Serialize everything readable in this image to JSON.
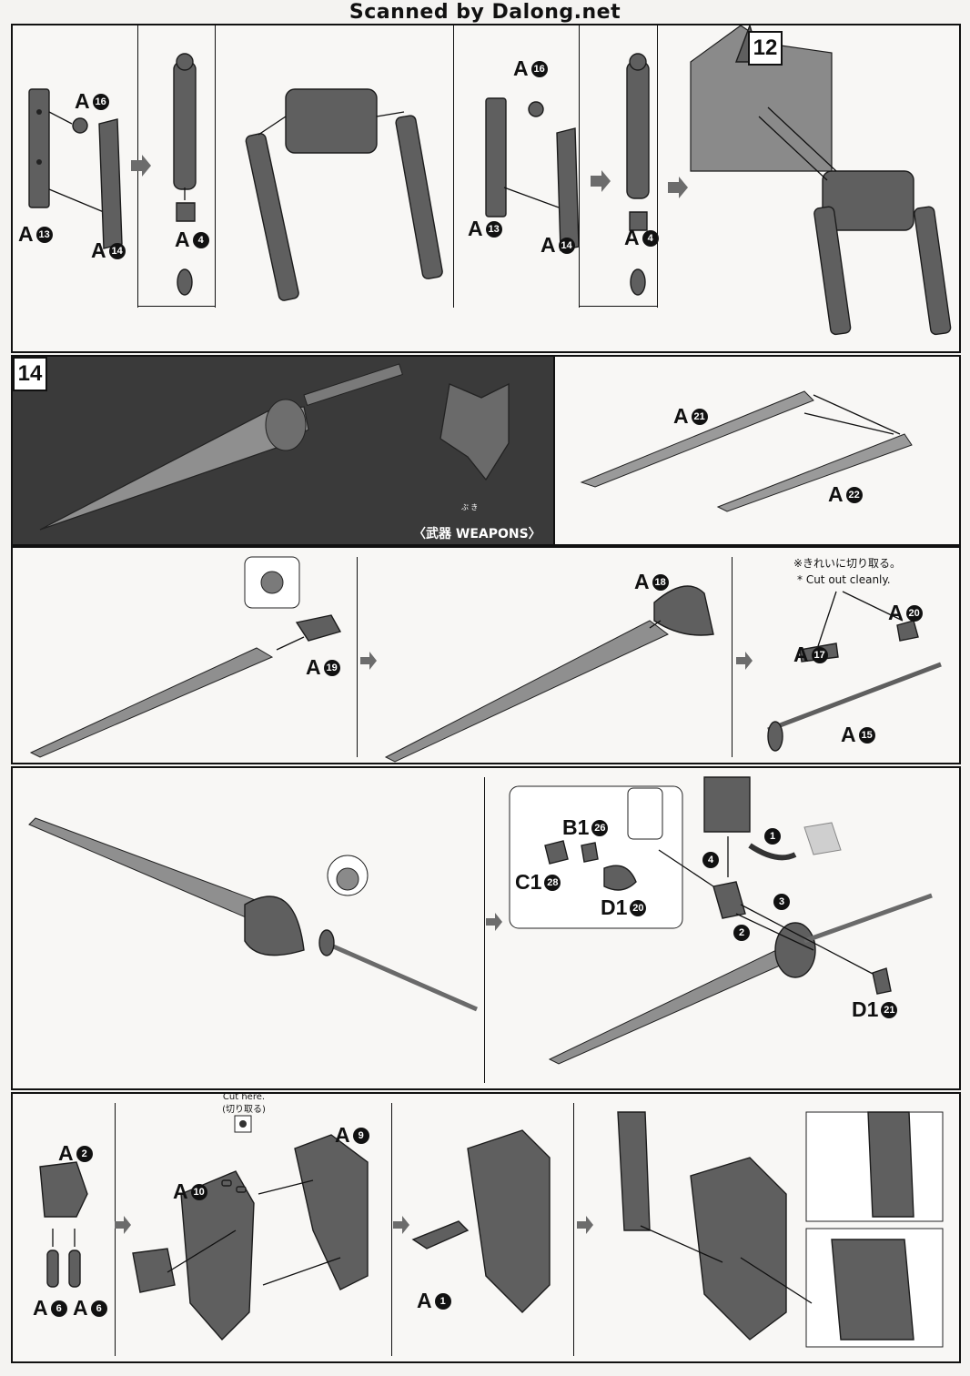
{
  "header": {
    "watermark": "Scanned by Dalong.net"
  },
  "steps": {
    "step12": "12",
    "step14": "14"
  },
  "band1": {
    "left": {
      "a16": "A",
      "a16n": "16",
      "a13": "A",
      "a13n": "13",
      "a14": "A",
      "a14n": "14",
      "a4": "A",
      "a4n": "4"
    },
    "mid": {
      "a16": "A",
      "a16n": "16",
      "a13": "A",
      "a13n": "13",
      "a14": "A",
      "a14n": "14",
      "a4": "A",
      "a4n": "4"
    }
  },
  "band2": {
    "weapons_label": "〈武器 WEAPONS〉",
    "furigana": "ぶ き",
    "a21": "A",
    "a21n": "21",
    "a22": "A",
    "a22n": "22"
  },
  "band3": {
    "a19": "A",
    "a19n": "19",
    "a18": "A",
    "a18n": "18",
    "a17": "A",
    "a17n": "17",
    "a20": "A",
    "a20n": "20",
    "a15": "A",
    "a15n": "15",
    "note_jp": "※きれいに切り取る。",
    "note_en": "* Cut out cleanly."
  },
  "band4": {
    "b1": "B1",
    "b1n": "26",
    "c1": "C1",
    "c1n": "28",
    "d1a": "D1",
    "d1an": "20",
    "d1b": "D1",
    "d1bn": "21",
    "order": [
      "1",
      "2",
      "3",
      "4"
    ]
  },
  "band5": {
    "a2": "A",
    "a2n": "2",
    "a6a": "A",
    "a6an": "6",
    "a6b": "A",
    "a6bn": "6",
    "a10": "A",
    "a10n": "10",
    "a9": "A",
    "a9n": "9",
    "a1": "A",
    "a1n": "1",
    "cut_en": "Cut here.",
    "cut_jp": "(切り取る)"
  }
}
